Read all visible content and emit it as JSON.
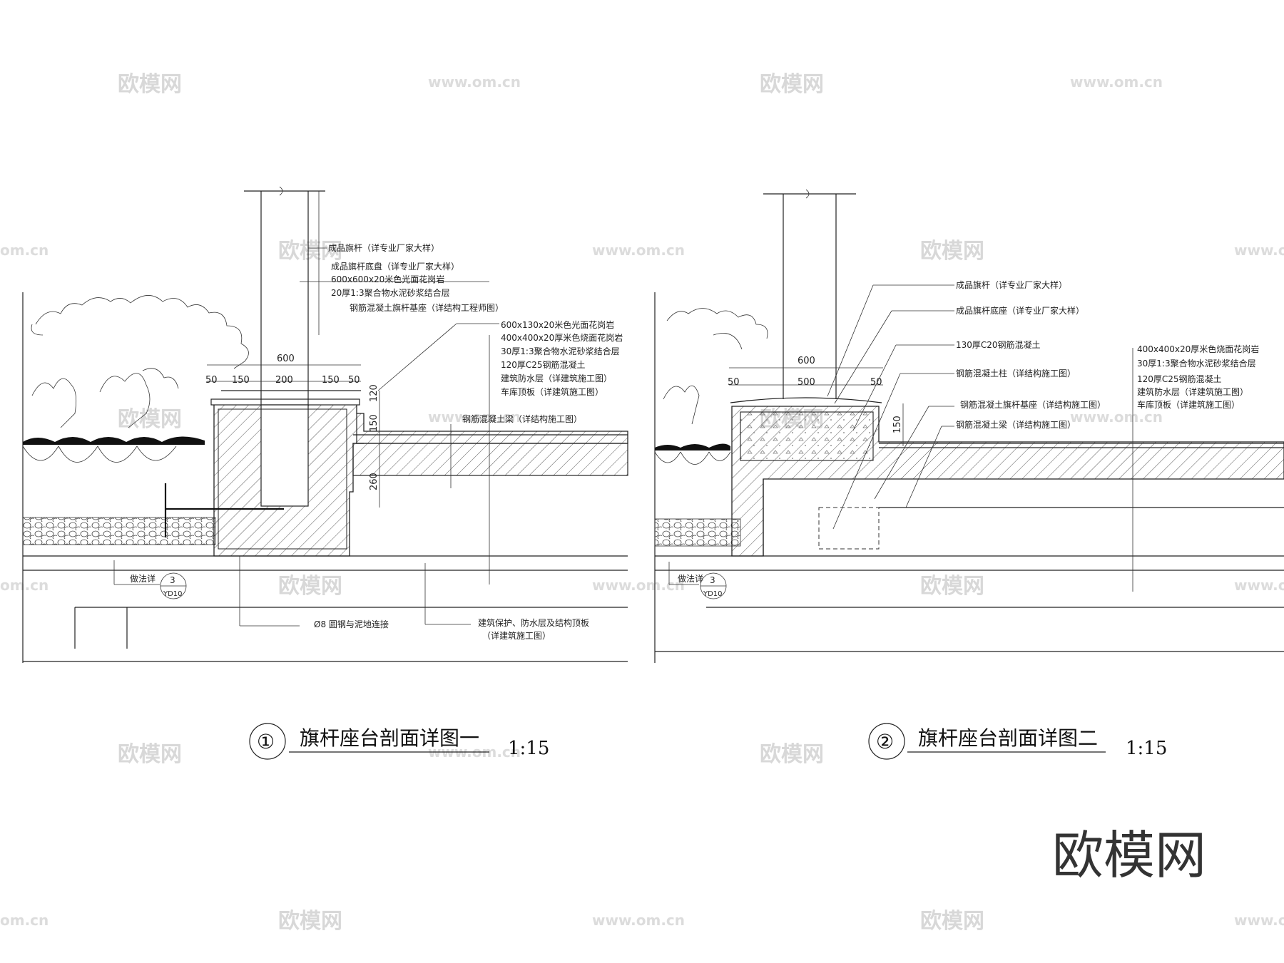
{
  "section1": {
    "title": "旗杆座台剖面详图一",
    "scale": "1:15",
    "number": "①",
    "notes_top": [
      "成品旗杆（详专业厂家大样）",
      "成品旗杆底盘（详专业厂家大样）",
      "600x600x20米色光面花岗岩",
      "20厚1:3聚合物水泥砂浆结合层",
      "钢筋混凝土旗杆基座（详结构工程师图）"
    ],
    "notes_right": [
      "600x130x20米色光面花岗岩",
      "400x400x20厚米色烧面花岗岩",
      "30厚1:3聚合物水泥砂浆结合层",
      "120厚C25钢筋混凝土",
      "建筑防水层（详建筑施工图）",
      "车库顶板（详建筑施工图）"
    ],
    "note_beam": "钢筋混凝土梁（详结构施工图）",
    "note_rebar": "Ø8 圆钢与泥地连接",
    "note_bottom_1": "建筑保护、防水层及结构顶板",
    "note_bottom_2": "（详建筑施工图）",
    "ref_label": "做法详",
    "ref_num": "3",
    "ref_sheet": "YD10",
    "dims": {
      "total": "600",
      "a": "50",
      "b": "150",
      "c": "200",
      "d": "150",
      "e": "50",
      "v1": "120",
      "v2": "150",
      "v3": "260"
    }
  },
  "section2": {
    "title": "旗杆座台剖面详图二",
    "scale": "1:15",
    "number": "②",
    "notes_top": [
      "成品旗杆（详专业厂家大样）",
      "成品旗杆底座（详专业厂家大样）",
      "130厚C20钢筋混凝土",
      "钢筋混凝土柱（详结构施工图）",
      "钢筋混凝土旗杆基座（详结构施工图）",
      "钢筋混凝土梁（详结构施工图）"
    ],
    "notes_right": [
      "400x400x20厚米色烧面花岗岩",
      "30厚1:3聚合物水泥砂浆结合层",
      "120厚C25钢筋混凝土",
      "建筑防水层（详建筑施工图）",
      "车库顶板（详建筑施工图）"
    ],
    "ref_label": "做法详",
    "ref_num": "3",
    "ref_sheet": "YD10",
    "dims": {
      "total": "600",
      "inner": "500",
      "a": "50",
      "e": "50",
      "v": "150"
    }
  },
  "watermark": {
    "brand": "欧模网",
    "url": "www.om.cn",
    "cn": "om.cn"
  },
  "colors": {
    "line": "#222222",
    "background": "#ffffff",
    "watermark": "#d8d8d8"
  }
}
